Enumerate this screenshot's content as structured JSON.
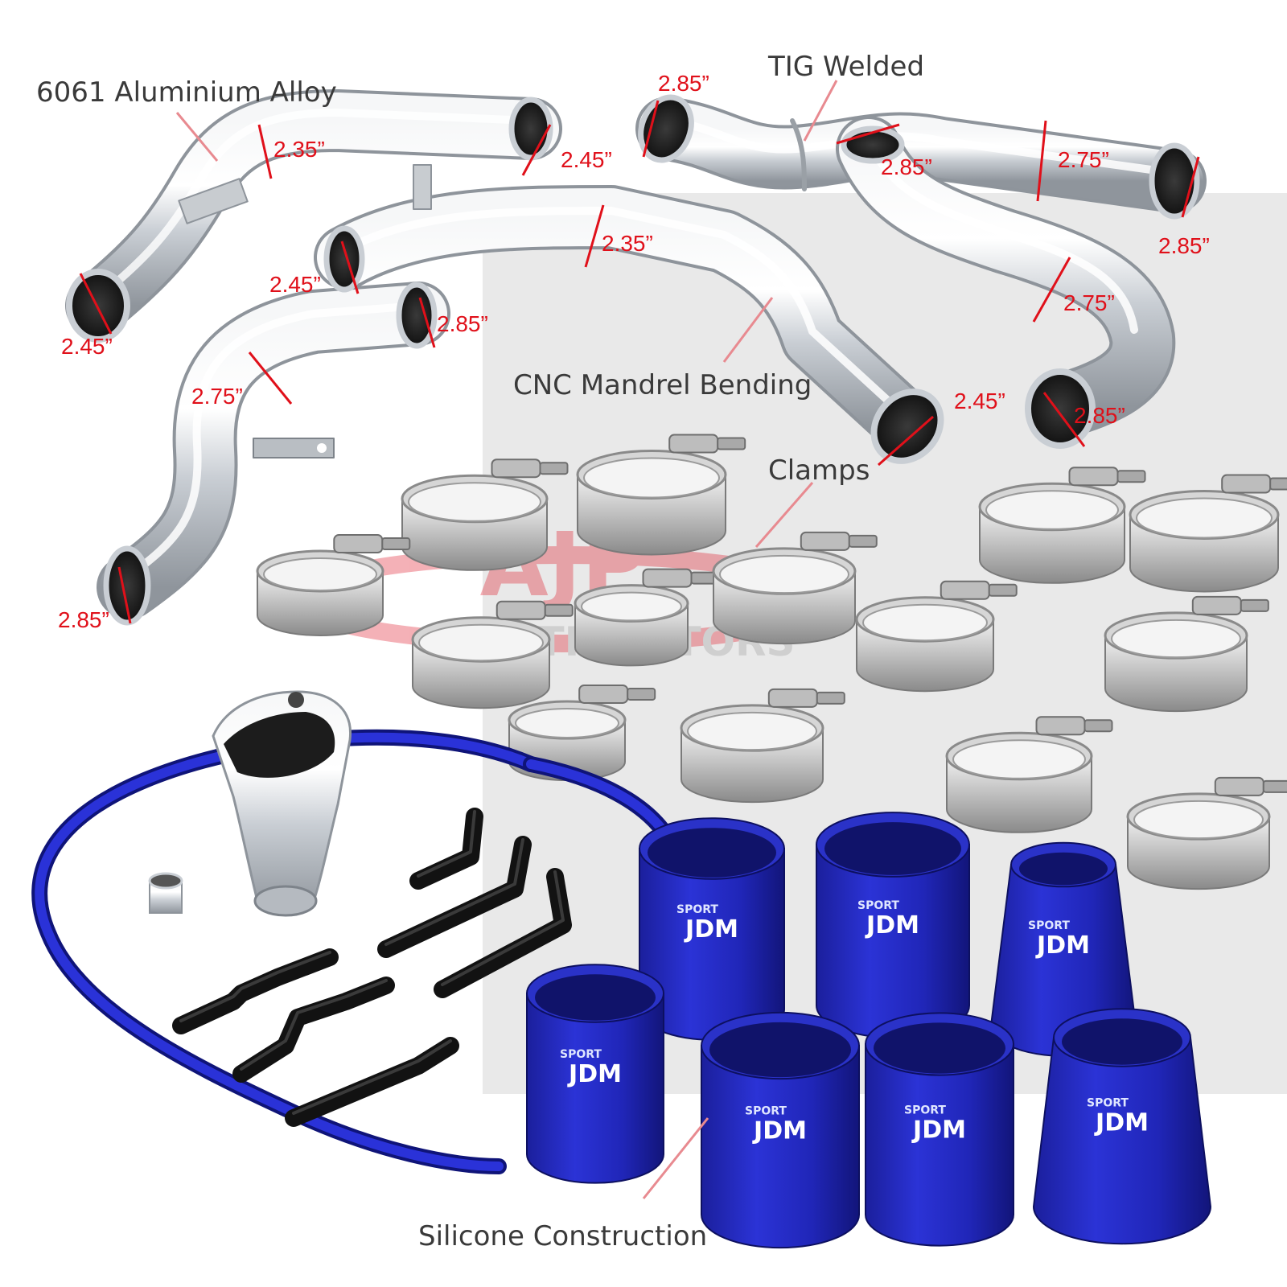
{
  "colors": {
    "background": "#ffffff",
    "panel": "#e8e8e8",
    "label_text": "#3a3a3a",
    "dimension_text": "#e0101a",
    "leader_line": "#e88a90",
    "aluminium": "#d9dde2",
    "silicone_blue": "#1a1fa8",
    "bracket": "#1a1a1a"
  },
  "labels": {
    "aluminium_alloy": "6061 Aluminium Alloy",
    "tig_welded": "TIG Welded",
    "cnc_bending": "CNC Mandrel Bending",
    "clamps": "Clamps",
    "silicone": "Silicone Construction"
  },
  "dimensions": {
    "d1": "2.35”",
    "d2": "2.45”",
    "d3": "2.85”",
    "d4": "2.85”",
    "d5": "2.75”",
    "d6": "2.85”",
    "d7": "2.35”",
    "d8": "2.45”",
    "d9": "2.45”",
    "d10": "2.85”",
    "d11": "2.75”",
    "d12": "2.75”",
    "d13": "2.45”",
    "d14": "2.85”",
    "d15": "2.85”"
  },
  "watermark": {
    "logo_letters": "AJP",
    "text": "DISTRIBUTORS"
  },
  "coupler_brand": {
    "sub": "SPORT",
    "main": "JDM"
  },
  "icons": {
    "pipe": "aluminium-pipe-icon",
    "clamp": "t-bolt-clamp-icon",
    "coupler": "silicone-coupler-icon",
    "bracket": "mounting-bracket-icon",
    "flange": "throttle-flange-icon",
    "hose": "vacuum-hose-icon"
  }
}
